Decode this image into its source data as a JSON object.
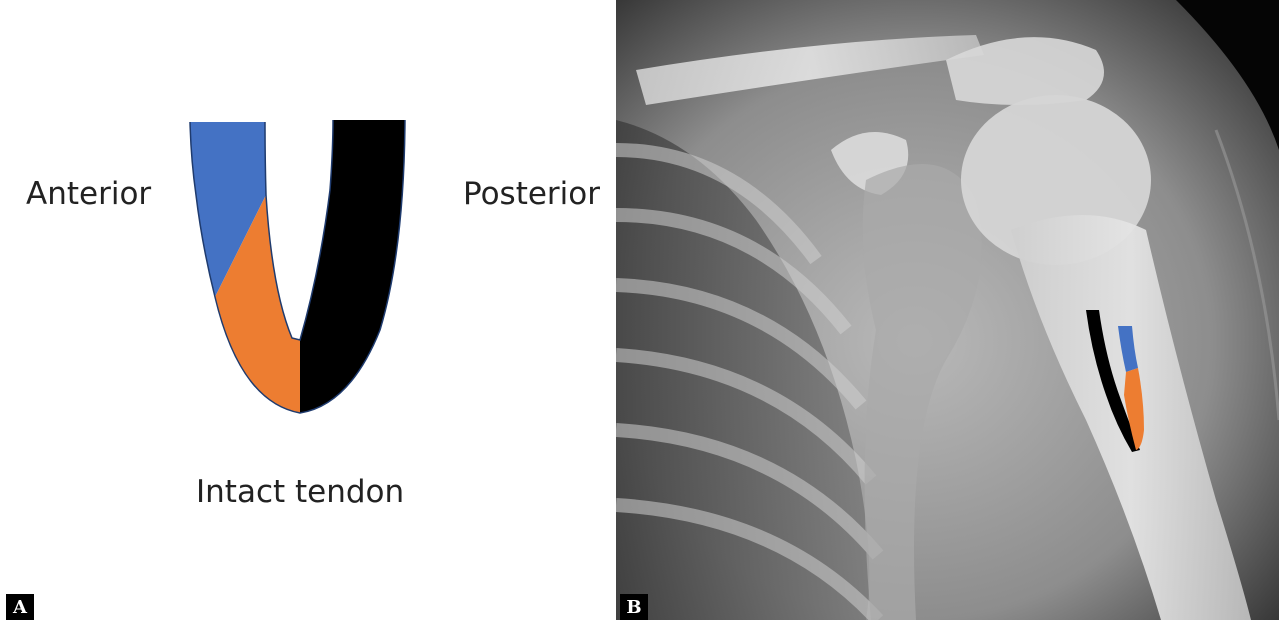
{
  "panel_a": {
    "tag": "A",
    "labels": {
      "anterior": "Anterior",
      "posterior": "Posterior",
      "intact_tendon": "Intact tendon"
    },
    "colors": {
      "blue": "#4472C4",
      "orange": "#ED7D31",
      "black": "#000000"
    }
  },
  "panel_b": {
    "tag": "B",
    "image": "shoulder radiograph with U-shaped tendon overlay"
  }
}
